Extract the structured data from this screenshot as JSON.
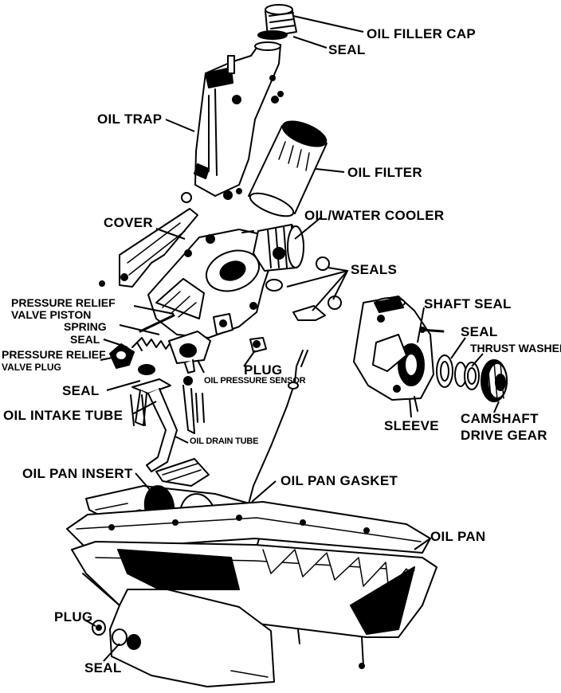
{
  "labels": {
    "oil_filler_cap": "OIL FILLER CAP",
    "seal_top": "SEAL",
    "oil_trap": "OIL TRAP",
    "oil_filter": "OIL FILTER",
    "cover": "COVER",
    "oil_water_cooler": "OIL/WATER COOLER",
    "seals": "SEALS",
    "pressure_relief_valve_piston_1": "PRESSURE RELIEF",
    "pressure_relief_valve_piston_2": "VALVE PISTON",
    "spring": "SPRING",
    "seal_mid": "SEAL",
    "pressure_relief_valve_plug_1": "PRESSURE RELIEF",
    "pressure_relief_valve_plug_2": "VALVE PLUG",
    "plug_mid": "PLUG",
    "oil_pressure_sensor": "OIL PRESSURE SENSOR",
    "seal_intake": "SEAL",
    "oil_intake_tube": "OIL INTAKE TUBE",
    "oil_drain_tube": "OIL DRAIN TUBE",
    "shaft_seal": "SHAFT SEAL",
    "seal_right": "SEAL",
    "thrust_washer": "THRUST WASHER",
    "sleeve": "SLEEVE",
    "camshaft_drive_gear_1": "CAMSHAFT",
    "camshaft_drive_gear_2": "DRIVE GEAR",
    "oil_pan_insert": "OIL PAN INSERT",
    "oil_pan_gasket": "OIL PAN GASKET",
    "oil_pan": "OIL PAN",
    "plug_bottom": "PLUG",
    "seal_bottom": "SEAL"
  },
  "colors": {
    "ink": "#000000",
    "paper": "#ffffff"
  }
}
